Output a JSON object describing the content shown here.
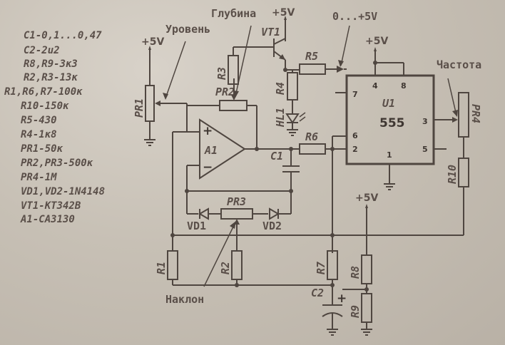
{
  "specs": [
    "C1-0,1...0,47",
    "C2-2u2",
    "R8,R9-3к3",
    "R2,R3-13к",
    "R1,R6,R7-100к",
    "R10-150к",
    "R5-430",
    "R4-1к8",
    "PR1-50к",
    "PR2,PR3-500к",
    "PR4-1M",
    "VD1,VD2-1N4148",
    "VT1-KT342B",
    "A1-CA3130"
  ],
  "titles": {
    "level": "Уровень",
    "depth": "Глубина",
    "output": "0...+5V",
    "frequency": "Частота",
    "slope": "Наклон"
  },
  "supply": {
    "pr1": "+5V",
    "vt1": "+5V",
    "u1": "+5V",
    "r8": "+5V"
  },
  "components": {
    "pr1": "PR1",
    "pr2": "PR2",
    "pr3": "PR3",
    "pr4": "PR4",
    "vt1": "VT1",
    "r1": "R1",
    "r2": "R2",
    "r3": "R3",
    "r4": "R4",
    "r5": "R5",
    "r6": "R6",
    "r7": "R7",
    "r8": "R8",
    "r9": "R9",
    "r10": "R10",
    "hl1": "HL1",
    "a1": "A1",
    "c1": "C1",
    "c2": "C2",
    "vd1": "VD1",
    "vd2": "VD2",
    "u1": "U1",
    "chip": "555"
  },
  "pins": {
    "p4": "4",
    "p8": "8",
    "p7": "7",
    "p6": "6",
    "p2": "2",
    "p1": "1",
    "p3": "3",
    "p5": "5"
  },
  "opamp": {
    "plus": "+",
    "minus": "−"
  },
  "cap_plus": "+"
}
